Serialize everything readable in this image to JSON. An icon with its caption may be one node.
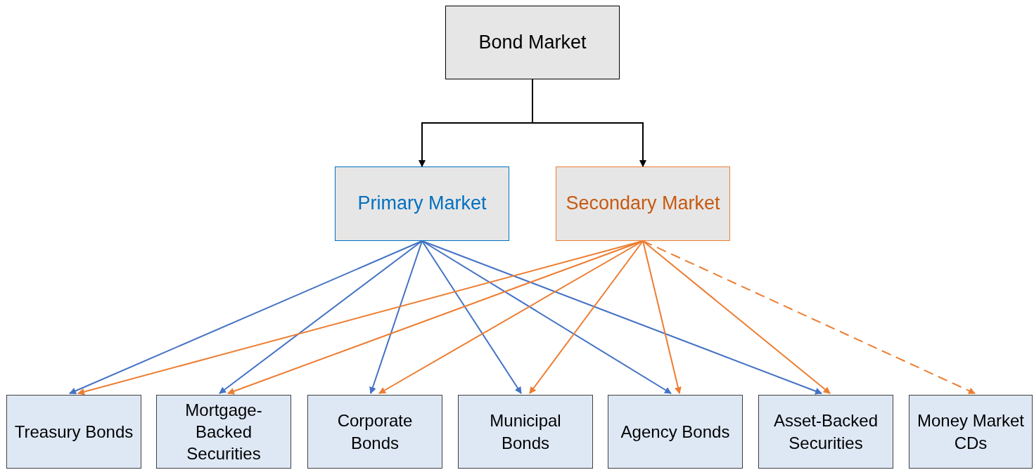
{
  "diagram": {
    "nodes": [
      {
        "text": [
          "Bond Market"
        ]
      },
      {
        "text": [
          "Primary Market"
        ]
      },
      {
        "text": [
          "Secondary Market"
        ]
      },
      {
        "text": [
          "Treasury Bonds"
        ]
      },
      {
        "text": [
          "Mortgage-Backed Securities"
        ]
      },
      {
        "text": [
          "Corporate Bonds"
        ]
      },
      {
        "text": [
          "Municipal Bonds"
        ]
      },
      {
        "text": [
          "Agency Bonds"
        ]
      },
      {
        "text": [
          "Asset-Backed Securities"
        ]
      },
      {
        "text": [
          "Money Market CDs"
        ]
      }
    ],
    "edges": [
      {
        "from": 0,
        "to": 1,
        "arrow": "to",
        "color": "#000000"
      },
      {
        "from": 0,
        "to": 2,
        "arrow": "to",
        "color": "#000000"
      },
      {
        "from": 1,
        "to": 3,
        "arrow": "to",
        "color": "#4472c4"
      },
      {
        "from": 1,
        "to": 4,
        "arrow": "to",
        "color": "#4472c4"
      },
      {
        "from": 1,
        "to": 5,
        "arrow": "to",
        "color": "#4472c4"
      },
      {
        "from": 1,
        "to": 6,
        "arrow": "to",
        "color": "#4472c4"
      },
      {
        "from": 1,
        "to": 7,
        "arrow": "to",
        "color": "#4472c4"
      },
      {
        "from": 1,
        "to": 8,
        "arrow": "to",
        "color": "#4472c4"
      },
      {
        "from": 2,
        "to": 3,
        "arrow": "to",
        "color": "#ed7d31"
      },
      {
        "from": 2,
        "to": 4,
        "arrow": "to",
        "color": "#ed7d31"
      },
      {
        "from": 2,
        "to": 5,
        "arrow": "to",
        "color": "#ed7d31"
      },
      {
        "from": 2,
        "to": 6,
        "arrow": "to",
        "color": "#ed7d31"
      },
      {
        "from": 2,
        "to": 7,
        "arrow": "to",
        "color": "#ed7d31"
      },
      {
        "from": 2,
        "to": 8,
        "arrow": "to",
        "color": "#ed7d31"
      },
      {
        "from": 2,
        "to": 9,
        "arrow": "to",
        "color": "#ed7d31",
        "style": "dashed"
      }
    ]
  }
}
